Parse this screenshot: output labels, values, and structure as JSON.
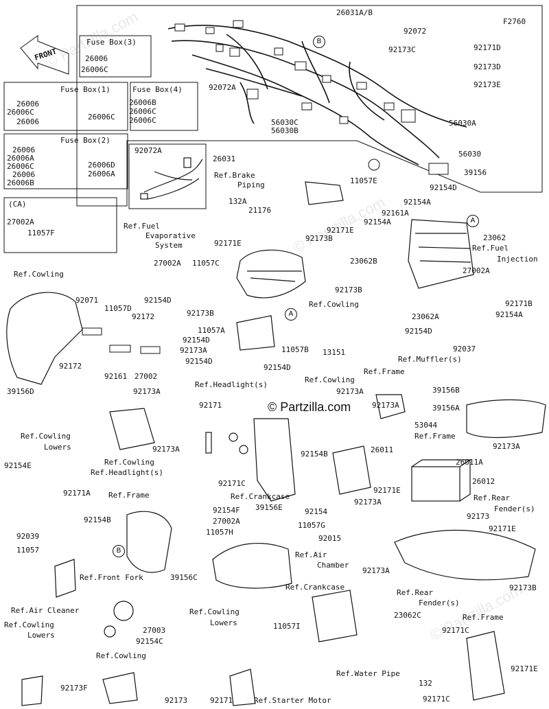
{
  "diagram_code": "F2760",
  "front_label": "FRONT",
  "watermark": "© Partzilla.com",
  "watermark_faint": "© Partzilla.com",
  "circle_a": "A",
  "circle_b": "B",
  "boxes": {
    "fuse3": {
      "title": "Fuse Box(3)",
      "items": [
        "26006",
        "26006C"
      ]
    },
    "fuse1": {
      "title": "Fuse Box(1)",
      "items": [
        "26006",
        "26006C",
        "26006",
        "26006C"
      ]
    },
    "fuse4": {
      "title": "Fuse Box(4)",
      "items": [
        "26006B",
        "26006C",
        "26006C"
      ]
    },
    "fuse2": {
      "title": "Fuse Box(2)",
      "items": [
        "26006",
        "26006A",
        "26006C",
        "26006",
        "26006B",
        "26006D",
        "26006A"
      ]
    },
    "harness": {
      "items": [
        "92072A",
        "26031"
      ]
    },
    "ca": {
      "title": "(CA)",
      "items": [
        "27002A",
        "11057F",
        "Ref.Fuel",
        "Evaporative",
        "System"
      ]
    }
  },
  "labels": {
    "l001": "26031A/B",
    "l002": "92072",
    "l003": "92173C",
    "l004": "92171D",
    "l005": "92173D",
    "l006": "92173E",
    "l007": "92072A",
    "l008": "56030C",
    "l009": "56030B",
    "l010": "56030A",
    "l011": "56030",
    "l012": "39156",
    "l013": "Ref.Brake",
    "l014": "Piping",
    "l015": "11057E",
    "l016": "92171E",
    "l017": "92154D",
    "l018": "92154A",
    "l019": "92161A",
    "l020": "92154A",
    "l021": "23062",
    "l022": "23062B",
    "l023": "Ref.Fuel",
    "l024": "Injection",
    "l025": "27002A",
    "l026": "92171B",
    "l027": "92154A",
    "l028": "23062A",
    "l029": "92154D",
    "l030": "132A",
    "l031": "21176",
    "l032": "92171E",
    "l033": "92173B",
    "l034": "27002A",
    "l035": "11057C",
    "l036": "92154D",
    "l037": "92173B",
    "l038": "Ref.Cowling",
    "l039": "92173B",
    "l040": "13151",
    "l041": "11057A",
    "l042": "92154D",
    "l043": "11057B",
    "l044": "92173A",
    "l045": "92154D",
    "l046": "92154D",
    "l047": "Ref.Cowling",
    "l048": "92071",
    "l049": "11057D",
    "l050": "92172",
    "l051": "92172",
    "l052": "92161",
    "l053": "27002",
    "l054": "39156D",
    "l055": "92037",
    "l056": "Ref.Muffler(s)",
    "l057": "Ref.Frame",
    "l058": "Ref.Headlight(s)",
    "l059": "Ref.Cowling",
    "l060": "92173A",
    "l061": "39156B",
    "l062": "39156A",
    "l063": "92173A",
    "l064": "92173A",
    "l065": "53044",
    "l066": "Ref.Frame",
    "l067": "92171",
    "l068": "92173A",
    "l069": "Ref.Cowling",
    "l070": "Ref.Headlight(s)",
    "l071": "92173A",
    "l072": "92171C",
    "l073": "92154B",
    "l074": "26011",
    "l075": "26011A",
    "l076": "26012",
    "l077": "Ref.Cowling",
    "l078": "Lowers",
    "l079": "92154E",
    "l080": "92171A",
    "l081": "Ref.Crankcase",
    "l082": "92171E",
    "l083": "Ref.Rear",
    "l084": "Fender(s)",
    "l085": "Ref.Frame",
    "l086": "92154F",
    "l087": "27002A",
    "l088": "11057H",
    "l089": "39156E",
    "l090": "92154",
    "l091": "92173A",
    "l092": "92173",
    "l093": "11057G",
    "l094": "92171E",
    "l095": "92154B",
    "l096": "92039",
    "l097": "11057",
    "l098": "39156C",
    "l099": "Ref.Air",
    "l100": "Chamber",
    "l101": "92015",
    "l102": "Ref.Front Fork",
    "l103": "92173A",
    "l104": "Ref.Crankcase",
    "l105": "Ref.Rear",
    "l106": "Fender(s)",
    "l107": "92173B",
    "l108": "Ref.Air Cleaner",
    "l109": "Ref.Cowling",
    "l110": "Lowers",
    "l111": "27003",
    "l112": "92154C",
    "l113": "11057I",
    "l114": "23062C",
    "l115": "Ref.Frame",
    "l116": "Ref.Cowling",
    "l117": "Lowers",
    "l118": "92171C",
    "l119": "Ref.Cowling",
    "l120": "Ref.Water Pipe",
    "l121": "92171E",
    "l122": "92173F",
    "l123": "132",
    "l124": "92173",
    "l125": "92171",
    "l126": "Ref.Starter Motor",
    "l127": "92171C"
  }
}
